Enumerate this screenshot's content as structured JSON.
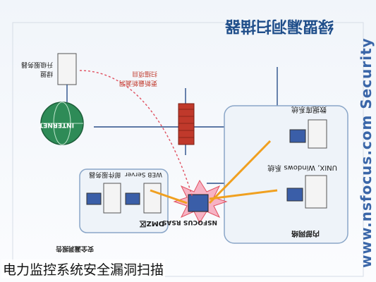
{
  "caption": "电力监控系统安全漏洞扫描",
  "diagram": {
    "title": "绿盟漏洞扫描器",
    "side_url": "www.nsfocus.com Security",
    "nodes": {
      "update_server": "绿盟\n升级服务器",
      "internet": "INTERNET",
      "update_note": "更新最新漏洞\n扫描项目",
      "dmz_zone": "DMZ区",
      "dmz_servers": "WEB Server  邮件服务器",
      "internal_zone": "内部网络",
      "db_server": "数据库系统",
      "unix_server": "UNIX, Windows 系统",
      "scanner": "NSFOCUS RSAS",
      "report": "安全漏洞报告"
    },
    "colors": {
      "title": "#1f4e8a",
      "arrow": "#f0a020",
      "firewall": "#c0392b",
      "internet": "#2e8b57",
      "dashed": "#e05060"
    }
  }
}
